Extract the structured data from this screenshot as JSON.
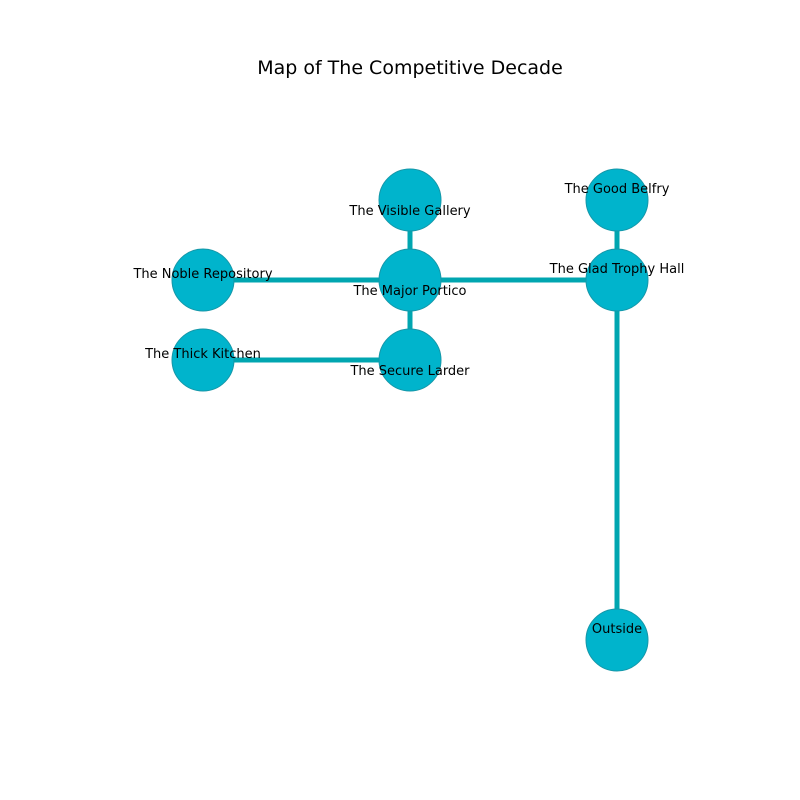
{
  "title": "Map of The Competitive Decade",
  "colors": {
    "node_fill": "#00b4cc",
    "node_stroke": "#1597a8",
    "edge": "#00a6b0",
    "text": "#000000"
  },
  "rooms": [
    {
      "id": "visible-gallery",
      "name": "The Visible Gallery"
    },
    {
      "id": "good-belfry",
      "name": "The Good Belfry"
    },
    {
      "id": "noble-repository",
      "name": "The Noble Repository"
    },
    {
      "id": "major-portico",
      "name": "The Major Portico"
    },
    {
      "id": "glad-trophy-hall",
      "name": "The Glad Trophy Hall"
    },
    {
      "id": "thick-kitchen",
      "name": "The Thick Kitchen"
    },
    {
      "id": "secure-larder",
      "name": "The Secure Larder"
    },
    {
      "id": "outside",
      "name": "Outside"
    }
  ],
  "connections": [
    [
      "visible-gallery",
      "major-portico"
    ],
    [
      "noble-repository",
      "major-portico"
    ],
    [
      "major-portico",
      "glad-trophy-hall"
    ],
    [
      "major-portico",
      "secure-larder"
    ],
    [
      "thick-kitchen",
      "secure-larder"
    ],
    [
      "good-belfry",
      "glad-trophy-hall"
    ],
    [
      "glad-trophy-hall",
      "outside"
    ]
  ]
}
